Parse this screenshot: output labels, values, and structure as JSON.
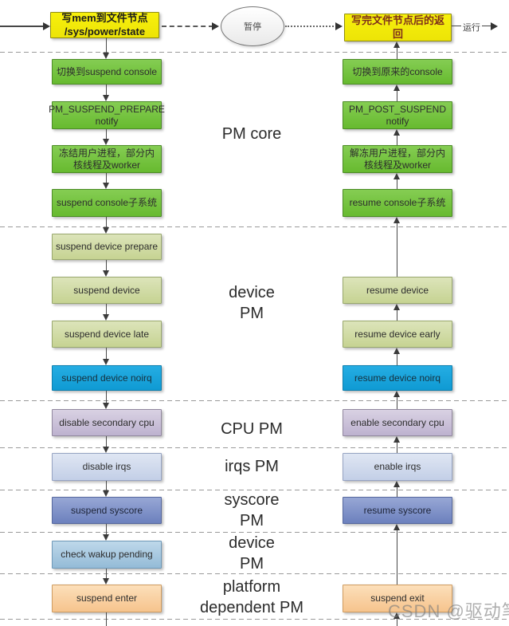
{
  "top": {
    "start_box": "写mem到文件节点\n/sys/power/state",
    "pause_ellipse": "暂停",
    "return_box": "写完文件节点后的返回",
    "run_label": "运行"
  },
  "section_labels": [
    "PM core",
    "device\nPM",
    "CPU PM",
    "irqs PM",
    "syscore\nPM",
    "device\nPM",
    "platform\ndependent PM"
  ],
  "suspend_flow": [
    "切换到suspend console",
    "PM_SUSPEND_PREPARE\nnotify",
    "冻结用户进程，部分内\n核线程及worker",
    "suspend console子系统",
    "suspend device prepare",
    "suspend device",
    "suspend device late",
    "suspend device noirq",
    "disable secondary cpu",
    "disable irqs",
    "suspend syscore",
    "check wakup pending",
    "suspend enter"
  ],
  "resume_flow": [
    "切换到原来的console",
    "PM_POST_SUSPEND\nnotify",
    "解冻用户进程，部分内\n核线程及worker",
    "resume console子系统",
    "resume device",
    "resume device early",
    "resume device noirq",
    "enable secondary cpu",
    "enable irqs",
    "resume syscore",
    "suspend exit"
  ],
  "watermark": "CSDN @驱动笔记",
  "colors": {
    "stage_green": "#6fc13c",
    "stage_olive": "#ccd79d",
    "stage_blue": "#17a3dd",
    "stage_lavender": "#c9c0d8",
    "stage_periwinkle": "#cdd7ec",
    "stage_steel_blue": "#7e90c8",
    "stage_light_blue": "#a8cade",
    "stage_orange": "#f9d0a1",
    "terminal_yellow": "#f1ea0b"
  }
}
